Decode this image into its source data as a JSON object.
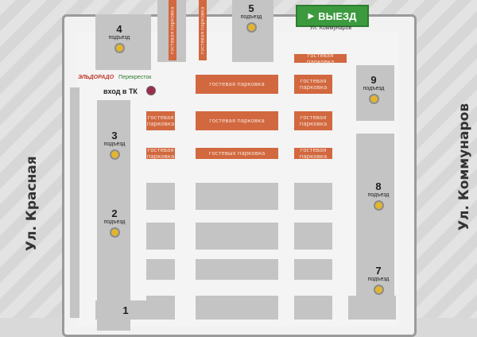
{
  "streets": {
    "left": "Ул. Красная",
    "right": "Ул. Коммунаров"
  },
  "exit": {
    "label": "ВЫЕЗД",
    "street": "Ул. Коммунаров",
    "color": "#3b9a3d"
  },
  "mall": {
    "brand1": "ЭЛЬДОРАДО",
    "brand2": "Перекресток",
    "entrance_label": "вход в ТК"
  },
  "entrance_word": "подъезд",
  "entrances": [
    {
      "id": "1",
      "label": ""
    },
    {
      "id": "2",
      "label": "подъезд"
    },
    {
      "id": "3",
      "label": "подъезд"
    },
    {
      "id": "4",
      "label": "подъезд"
    },
    {
      "id": "5",
      "label": "подъезд"
    },
    {
      "id": "7",
      "label": "подъезд"
    },
    {
      "id": "8",
      "label": "подъезд"
    },
    {
      "id": "9",
      "label": "подъезд"
    }
  ],
  "parking": {
    "guest": "гостевая парковка",
    "guest_plural": "гостевых парковка",
    "color": "#d2683f"
  }
}
